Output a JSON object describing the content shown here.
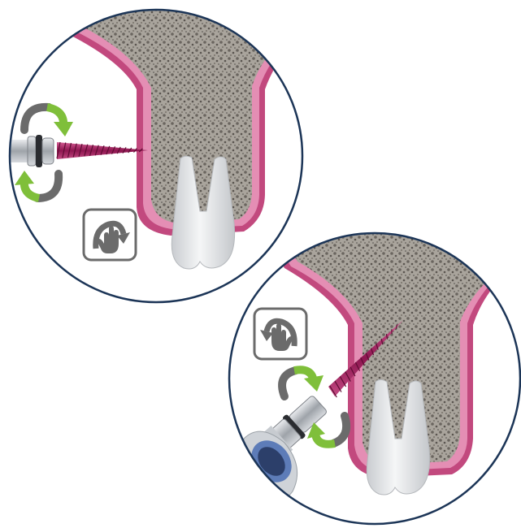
{
  "panels": [
    {
      "id": "panel-1",
      "step": "manual-insertion",
      "hand_icon": "hand-rotate-icon",
      "rotation_arrows": [
        "rotate-arrow-up-icon",
        "rotate-arrow-down-icon"
      ]
    },
    {
      "id": "panel-2",
      "step": "handpiece-insertion",
      "hand_icon": "hand-rotate-icon",
      "rotation_arrows": [
        "rotate-arrow-up-icon",
        "rotate-arrow-down-icon"
      ]
    }
  ],
  "colors": {
    "circle_outline": "#1c3557",
    "gum": "#c2497e",
    "gum_light": "#e58db3",
    "bone": "#a8a39b",
    "bone_dark": "#5e5a55",
    "tooth": "#eceef0",
    "screw": "#9c1b58",
    "arrow_green": "#7fbf3a",
    "arrow_grey": "#6b6b6b",
    "metal": "#b9bdc2"
  }
}
